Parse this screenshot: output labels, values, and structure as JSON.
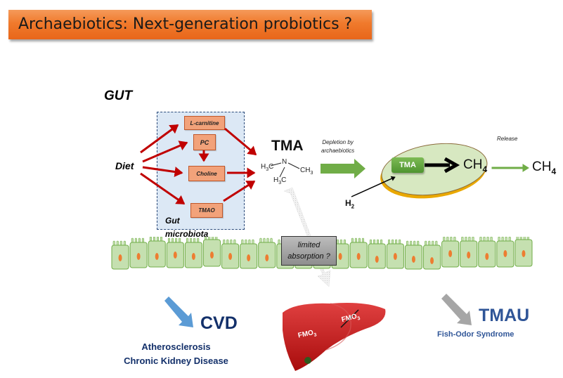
{
  "title": "Archaebiotics: Next-generation probiotics ?",
  "gut": {
    "label": "GUT",
    "diet_label": "Diet",
    "microbiota_label_line1": "Gut",
    "microbiota_label_line2": "microbiota",
    "metabolites": [
      "L-carnitine",
      "PC",
      "Choline",
      "TMAO"
    ]
  },
  "tma": {
    "label": "TMA",
    "formula": {
      "h3c_left": "H3C",
      "n": "N",
      "ch3_right": "CH3",
      "h3c_bottom": "H3C"
    }
  },
  "archaea": {
    "depletion_line1": "Depletion by",
    "depletion_line2": "archaebiotics",
    "tma_pill": "TMA",
    "ch4_inside": "CH",
    "ch4_sub": "4",
    "release_label": "Release",
    "ch4_released": "CH",
    "h2": "H",
    "h2_sub": "2"
  },
  "epithelium": {
    "cell_count": 23,
    "limited_line1": "limited",
    "limited_line2": "absorption ?"
  },
  "outcomes": {
    "cvd": "CVD",
    "cvd_sub1": "Atherosclerosis",
    "cvd_sub2": "Chronic Kidney Disease",
    "liver_enzyme": "FMO",
    "liver_enzyme_sub": "3",
    "tmau": "TMAU",
    "tmau_sub": "Fish-Odor Syndrome"
  },
  "colors": {
    "title_bar": "#f07a2c",
    "arrow_red": "#c00000",
    "arrow_green": "#70ad47",
    "arrow_blue": "#5b9bd5",
    "arrow_gray": "#a6a6a6",
    "cvd_text": "#13306a",
    "tmau_text": "#2f5597",
    "liver": "#c01818"
  }
}
